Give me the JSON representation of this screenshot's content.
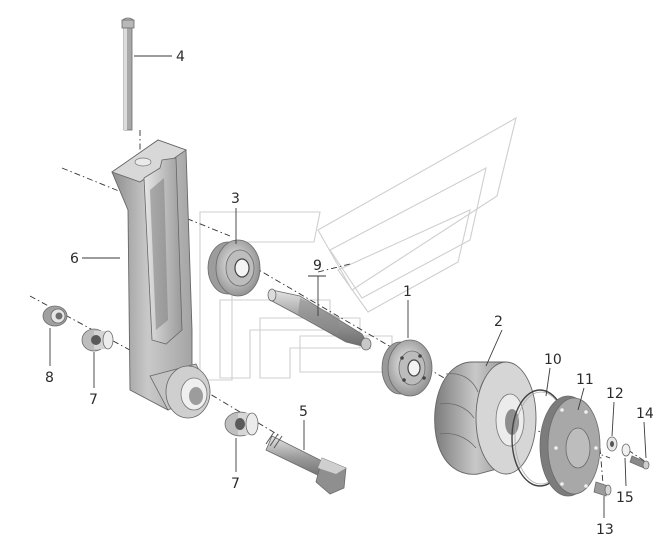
{
  "labels": {
    "l1": "1",
    "l2": "2",
    "l3": "3",
    "l4": "4",
    "l5": "5",
    "l6": "6",
    "l7a": "7",
    "l7b": "7",
    "l8": "8",
    "l9": "9",
    "l10": "10",
    "l11": "11",
    "l12": "12",
    "l13": "13",
    "l14": "14",
    "l15": "15"
  }
}
